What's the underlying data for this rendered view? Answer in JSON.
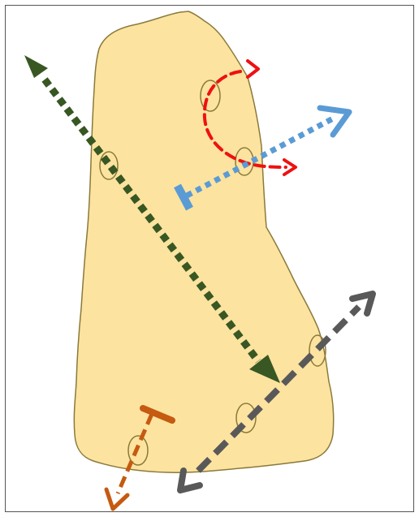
{
  "colors": {
    "background": "#ffffff",
    "frame_border": "#555555",
    "shape_fill": "#fde3a0",
    "shape_outline": "#8a7a3a",
    "ring_outline": "#8a7a3a",
    "green_arrow": "#385723",
    "red_arrow": "#ee1111",
    "blue_arrow": "#5b9bd5",
    "gray_arrow": "#595959",
    "orange_arrow": "#c55a11"
  },
  "arrows": [
    {
      "name": "green-dotted-double-arrow",
      "color_key": "green_arrow",
      "style": "dotted",
      "heads": "both"
    },
    {
      "name": "red-dashed-curved-arrow",
      "color_key": "red_arrow",
      "style": "dashed",
      "heads": "both"
    },
    {
      "name": "blue-dotted-arrow",
      "color_key": "blue_arrow",
      "style": "dotted",
      "heads": "end-with-bar-start"
    },
    {
      "name": "gray-dashed-double-arrow",
      "color_key": "gray_arrow",
      "style": "dashed",
      "heads": "both"
    },
    {
      "name": "orange-dashed-arrow",
      "color_key": "orange_arrow",
      "style": "dashed",
      "heads": "end-with-bar-start"
    }
  ]
}
